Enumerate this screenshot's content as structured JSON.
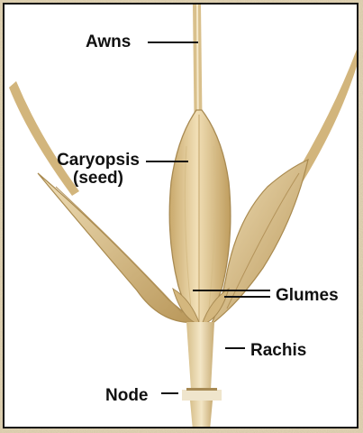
{
  "labels": {
    "awns": "Awns",
    "caryopsis": "Caryopsis",
    "seed": "(seed)",
    "glumes": "Glumes",
    "rachis": "Rachis",
    "node": "Node"
  },
  "colors": {
    "frame": "#111111",
    "spikelet": "#e2c793",
    "spikelet_shade": "#b99a5e",
    "background_texture": "#d9c9a6"
  }
}
